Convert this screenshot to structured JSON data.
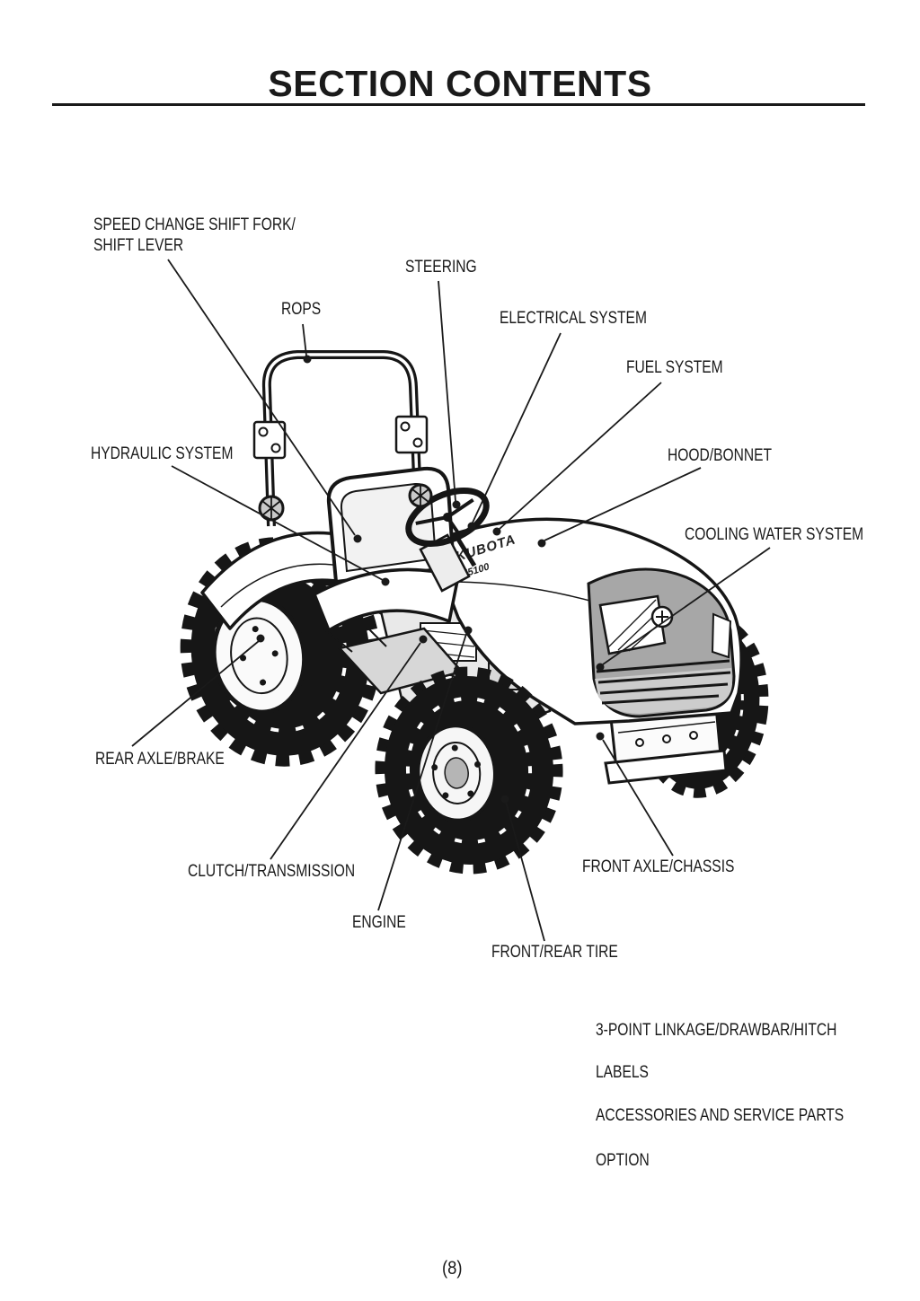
{
  "page": {
    "title": "SECTION CONTENTS",
    "page_number": "(8)"
  },
  "colors": {
    "ink": "#1a1a1a",
    "paper": "#ffffff",
    "grille_gray": "#a7a7a7"
  },
  "diagram": {
    "badge": {
      "brand": "KUBOTA",
      "model": "MX5100"
    },
    "callouts": {
      "speed_change_shift_fork": "SPEED CHANGE SHIFT FORK/\nSHIFT LEVER",
      "steering": "STEERING",
      "rops": "ROPS",
      "electrical_system": "ELECTRICAL SYSTEM",
      "fuel_system": "FUEL SYSTEM",
      "hydraulic_system": "HYDRAULIC SYSTEM",
      "hood_bonnet": "HOOD/BONNET",
      "cooling_water_system": "COOLING WATER SYSTEM",
      "rear_axle_brake": "REAR AXLE/BRAKE",
      "clutch_transmission": "CLUTCH/TRANSMISSION",
      "front_axle_chassis": "FRONT AXLE/CHASSIS",
      "engine": "ENGINE",
      "front_rear_tire": "FRONT/REAR TIRE"
    },
    "related_sections": [
      "3-POINT LINKAGE/DRAWBAR/HITCH",
      "LABELS",
      "ACCESSORIES AND SERVICE PARTS",
      "OPTION"
    ]
  }
}
